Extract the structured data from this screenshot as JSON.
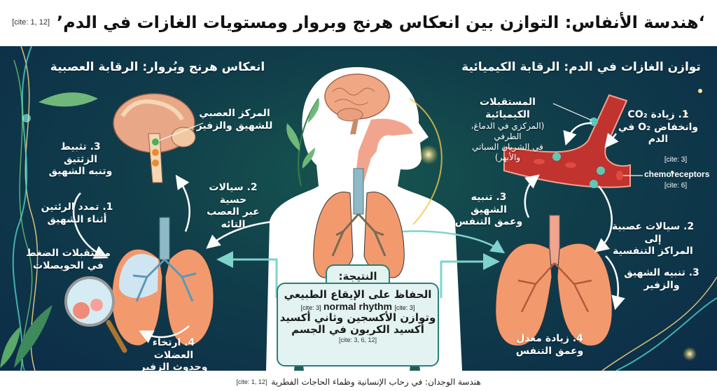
{
  "header": {
    "title": "‘هندسة الأنفاس: التوازن بين انعكاس هرنج وبروار ومستويات الغازات في الدم’",
    "cite": "[cite: 1, 12]"
  },
  "left_section": {
    "heading": "انعكاس هرنج وبُروار: الرقابة العصبية",
    "center_label": [
      "المركز العصبي",
      "للشهيق والزفير"
    ],
    "step3": [
      "3. تثبيط الزثتيق",
      "وتنبه الشهيق"
    ],
    "step1": [
      "1. تمدد الرئتين",
      "أثناء الشهيق"
    ],
    "step2": [
      "2. سيالات حسية",
      "عبر العصب التائه"
    ],
    "receptors": [
      "مستقبلات الضغط",
      "في الحويصلات"
    ],
    "step4": [
      "4. ارتخاء العضلات",
      "وحدوث الزفير"
    ]
  },
  "right_section": {
    "heading": "توازن الغازات في الدم: الرقابة الكيميائية",
    "chemoreceptors_label": [
      "المستقبلات الكيميائية",
      "(المركزي في الدماغ، الطرفي",
      "في الشريان السباتي والأبهر)"
    ],
    "step1": [
      "1. زيادة CO₂",
      "وانخفاض O₂ في الدم"
    ],
    "chemo_cite_top": "[cite: 3]",
    "chemo_label": "chemoreceptors",
    "chemo_cite_bottom": "[cite: 6]",
    "step3a": [
      "3. تنبيه الشهيق",
      "وعمق التنفس"
    ],
    "step2": [
      "2. سيالات عصبية إلى",
      "المراكز التنفسية"
    ],
    "step3b": [
      "3. تنبيه الشهيق",
      "والزفير"
    ],
    "step4": [
      "4. زيادة معدل",
      "وعمق التنفس"
    ]
  },
  "result_box": {
    "title": "النتيجة:",
    "line1": "الحفاظ على الإيقاع الطبيعي",
    "line2_cite_left": "[cite: 3]",
    "line2_text": "normal rhythm",
    "line2_cite_right": "[cite: 3]",
    "line3": "وتوازن الأكسجين وثاني أكسيد",
    "line4": "أكسيد الكربون في الجسم",
    "cite": "[cite: 3, 6, 12]"
  },
  "footer": {
    "text": "هندسة الوجدان: في رحاب الإنسانية وظماء الحاجات الفطرية",
    "cite": "[cite: 1, 12]"
  },
  "colors": {
    "background_dark": "#0c2c48",
    "background_teal": "#17564f",
    "lung_orange": "#f29a6e",
    "lung_blue": "#cfe6f2",
    "result_box_bg": "#e3f3f1",
    "result_box_border": "#2a7f7a",
    "vessel_red": "#c0332f"
  }
}
